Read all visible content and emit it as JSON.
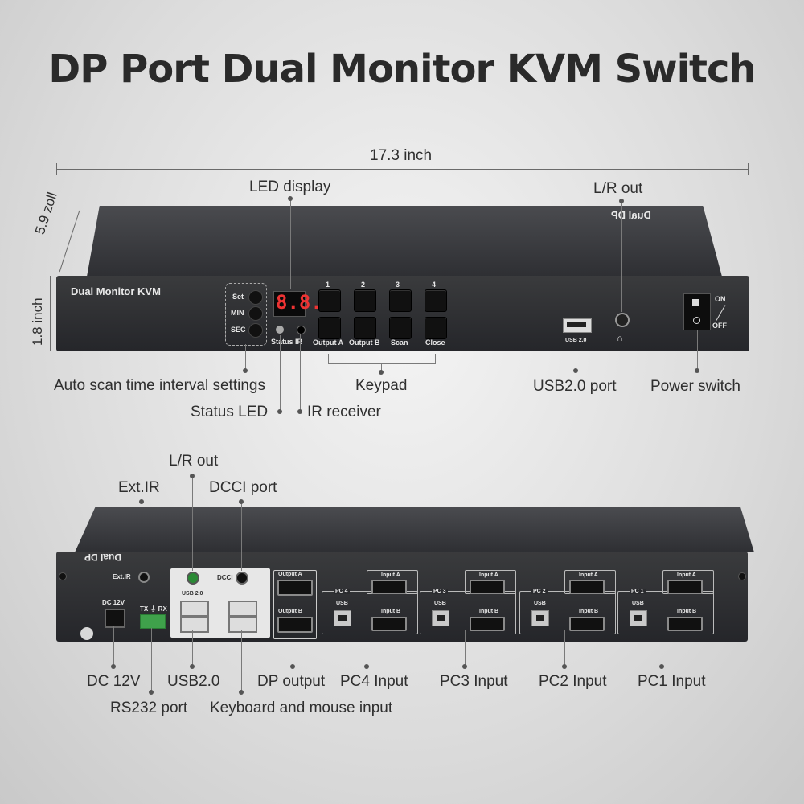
{
  "title": "DP Port Dual Monitor KVM Switch",
  "dimensions": {
    "width": "17.3 inch",
    "depth": "5.9 zoll",
    "height": "1.8 inch"
  },
  "front": {
    "brand_label": "Dual Monitor KVM",
    "top_label": "Dual DP",
    "side_buttons": [
      "Set",
      "MIN",
      "SEC"
    ],
    "led_value": "8.8.",
    "status_ir": "Status IR",
    "keypad_numbers": [
      "1",
      "2",
      "3",
      "4"
    ],
    "keypad_bottom": [
      "Output A",
      "Output B",
      "Scan",
      "Close"
    ],
    "usb_label": "USB 2.0",
    "switch_on": "ON",
    "switch_off": "OFF",
    "callouts": {
      "led_display": "LED display",
      "lr_out": "L/R out",
      "auto_scan": "Auto scan time interval settings",
      "keypad": "Keypad",
      "usb_port": "USB2.0 port",
      "power_switch": "Power switch",
      "status_led": "Status LED",
      "ir_receiver": "IR receiver"
    }
  },
  "rear": {
    "top_label": "Dual DP",
    "ext_ir": "Ext.IR",
    "dc_label": "DC 12V",
    "txrx": "TX ⏚ RX",
    "usb20": "USB 2.0",
    "dcci": "DCCI",
    "output_a": "Output A",
    "output_b": "Output B",
    "pc_groups": [
      {
        "pc": "PC 4",
        "usb": "USB",
        "a": "Input A",
        "b": "Input B"
      },
      {
        "pc": "PC 3",
        "usb": "USB",
        "a": "Input A",
        "b": "Input B"
      },
      {
        "pc": "PC 2",
        "usb": "USB",
        "a": "Input A",
        "b": "Input B"
      },
      {
        "pc": "PC 1",
        "usb": "USB",
        "a": "Input A",
        "b": "Input B"
      }
    ],
    "callouts": {
      "lr_out": "L/R out",
      "ext_ir": "Ext.IR",
      "dcci_port": "DCCI port",
      "dc12v": "DC 12V",
      "usb20": "USB2.0",
      "dp_output": "DP output",
      "pc4": "PC4 Input",
      "pc3": "PC3 Input",
      "pc2": "PC2 Input",
      "pc1": "PC1 Input",
      "rs232": "RS232 port",
      "kbm": "Keyboard and mouse input"
    }
  }
}
